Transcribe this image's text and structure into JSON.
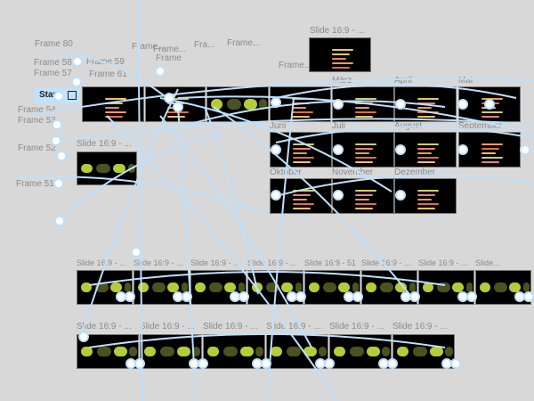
{
  "canvas": {
    "background": "#d8d8d8",
    "link_color": "#bfe0fb"
  },
  "start_button": {
    "label": "Start"
  },
  "frame_labels": [
    "Frame 80",
    "Frame 58",
    "Frame 57",
    "Frame 54",
    "Frame 53",
    "Frame 52",
    "Frame 51",
    "Frame 59",
    "Frame 61",
    "Frame...",
    "Frame...",
    "Fra...",
    "Frame...",
    "Frame",
    "Frame..."
  ],
  "slide_label": "Slide 16:9 - ...",
  "top_slide_label": "Slide 16:9 - ...",
  "left_slide_label": "Slide 16:9 - ...",
  "months": [
    "März",
    "April",
    "Mai",
    "Juni",
    "Juli",
    "August",
    "September",
    "Oktober",
    "November",
    "Dezember"
  ],
  "row1_labels": [
    "Slide 16:9 - ...",
    "Slide 16:9 - ...",
    "Slide 16:9 - ...",
    "Slide 16:9 - ...",
    "Slide 16:9 - 51",
    "Slide 16:9 - ...",
    "Slide 16:9 - ...",
    "Slide..."
  ],
  "row2_labels": [
    "Slide 16:9 - ...",
    "Slide 16:9 - ...",
    "Slide 16:9 - ...",
    "Slide 16:9 - ...",
    "Slide 16:9 - ...",
    "Slide 16:9 - ..."
  ]
}
